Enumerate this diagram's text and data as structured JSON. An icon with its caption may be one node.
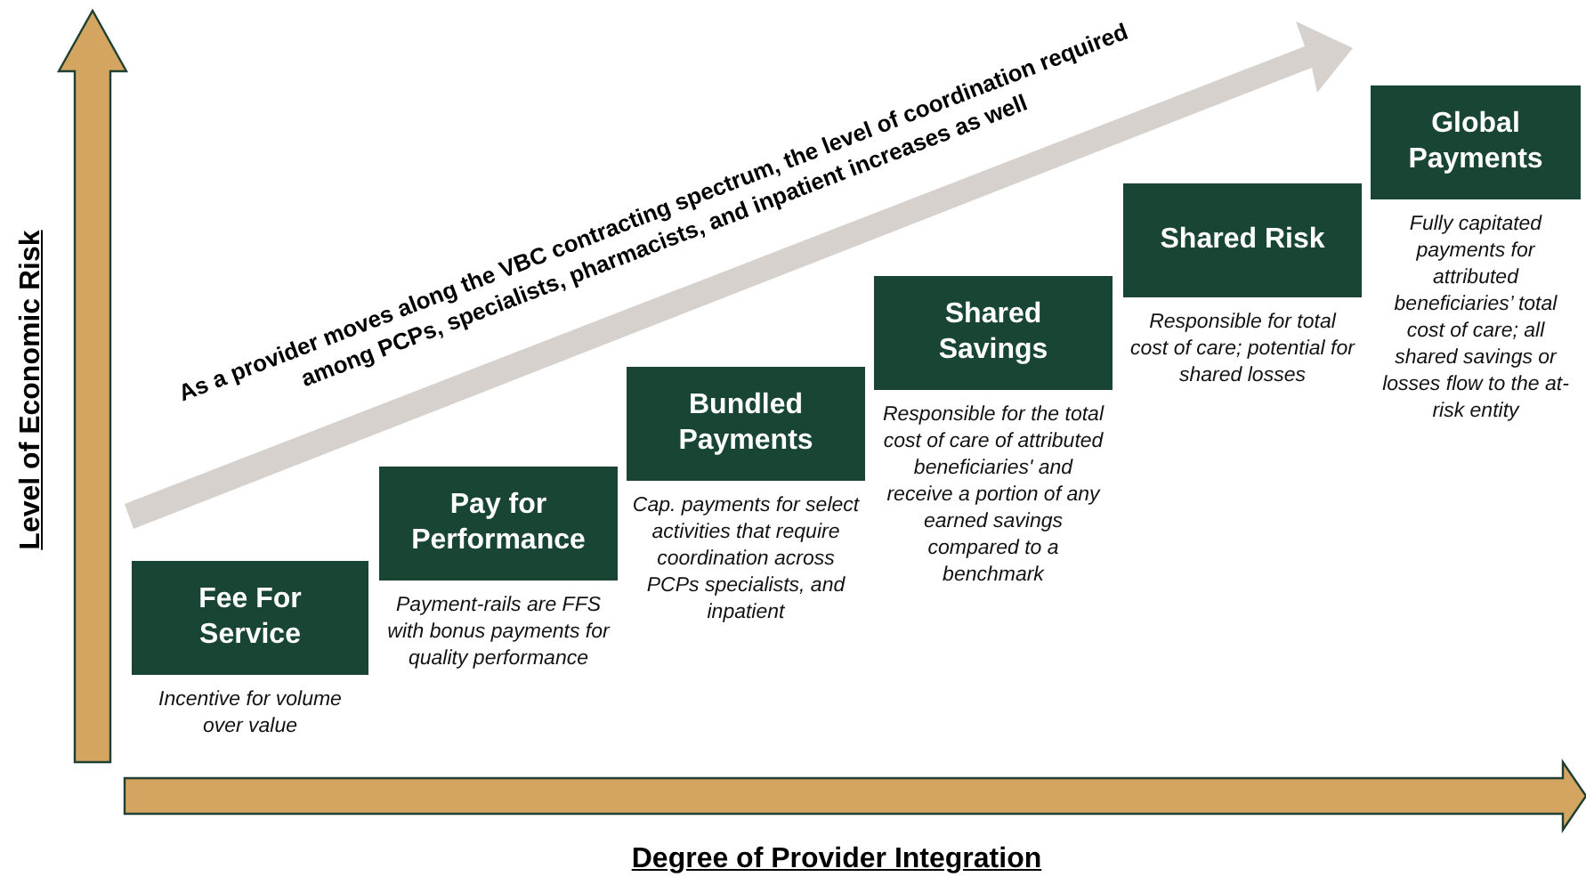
{
  "diagram": {
    "nodes": [
      {
        "text": [
          "Fee For Service"
        ],
        "beside": [
          "Incentive for volume over value"
        ]
      },
      {
        "text": [
          "Pay for Performance"
        ],
        "beside": [
          "Payment-rails are FFS with bonus payments for quality performance"
        ]
      },
      {
        "text": [
          "Bundled Payments"
        ],
        "beside": [
          "Cap. payments for select activities that require coordination across PCPs specialists, and inpatient"
        ]
      },
      {
        "text": [
          "Shared Savings"
        ],
        "beside": [
          "Responsible for the total cost of care of attributed beneficiaries' and receive a portion of any earned savings compared to a benchmark"
        ]
      },
      {
        "text": [
          "Shared Risk"
        ],
        "beside": [
          "Responsible for total cost of care; potential for shared losses"
        ]
      },
      {
        "text": [
          "Global Payments"
        ],
        "beside": [
          "Fully capitated payments for attributed beneficiaries’ total cost of care; all shared savings or losses flow to the at-risk entity"
        ]
      }
    ],
    "edges": [],
    "labels": [
      "As a provider moves along the VBC contracting spectrum, the level of coordination required among PCPs, specialists, pharmacists, and inpatient increases as well",
      "Level of Economic Risk",
      "Degree of Provider Integration"
    ]
  }
}
